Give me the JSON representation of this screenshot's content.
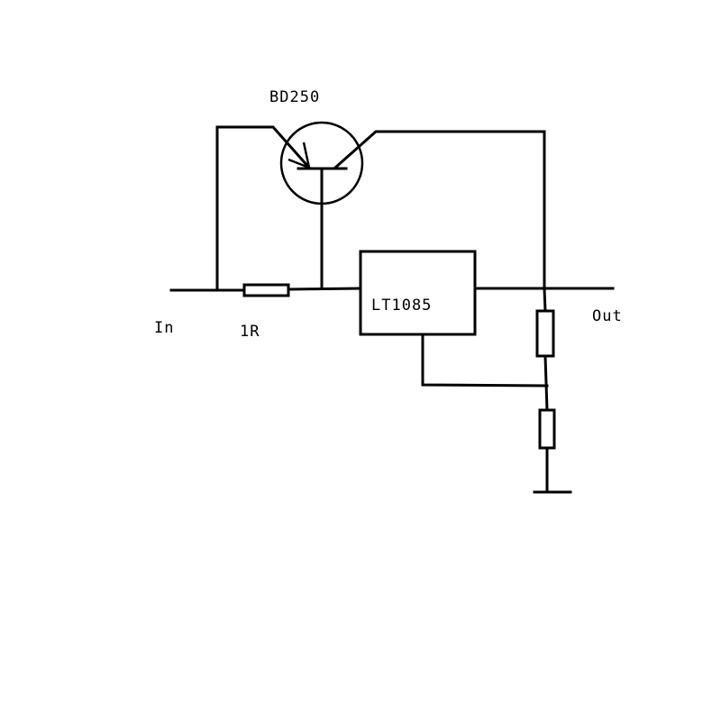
{
  "diagram": {
    "transistor_label": "BD250",
    "regulator_label": "LT1085",
    "resistor_label": "1R",
    "input_label": "In",
    "output_label": "Out"
  },
  "colors": {
    "ink": "#000000",
    "background": "#ffffff"
  }
}
